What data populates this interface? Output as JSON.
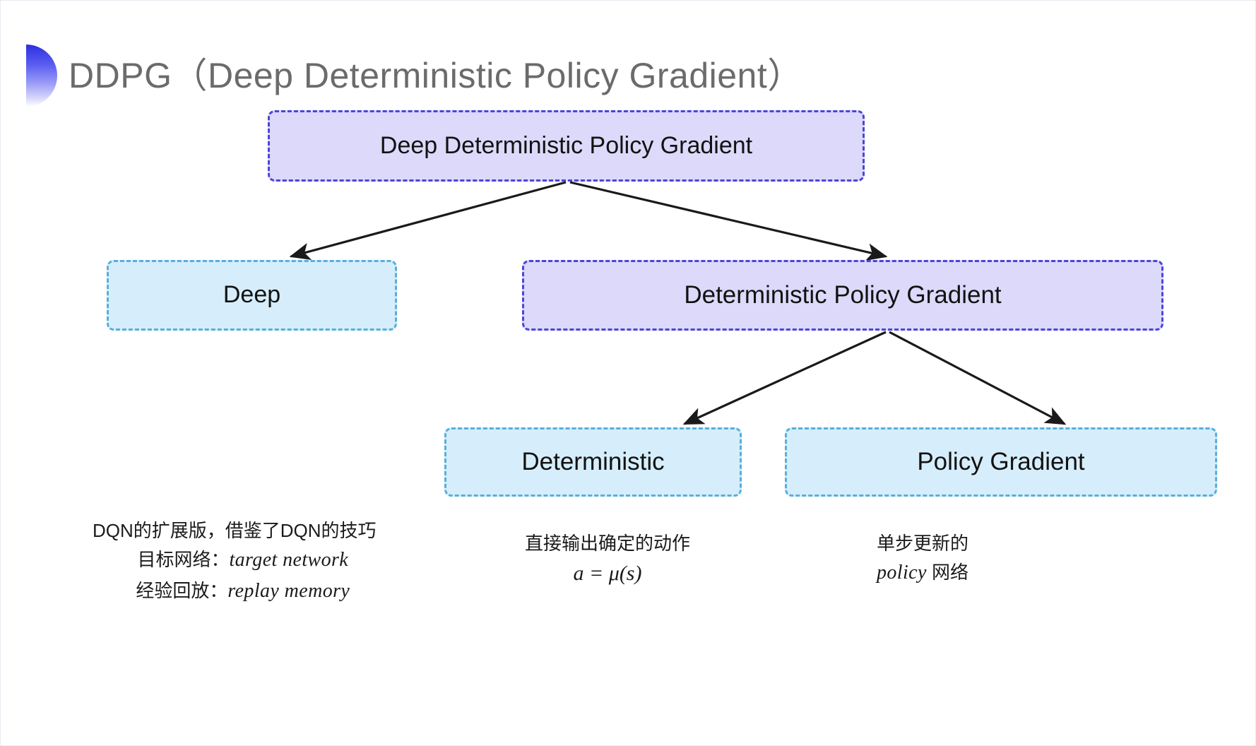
{
  "slide": {
    "title": "DDPG（Deep Deterministic Policy Gradient）",
    "bullet_icon": "gradient-semicircle-icon",
    "background": "#ffffff",
    "title_color": "#6b6b6b"
  },
  "palette": {
    "purple_fill": "#dcd9fa",
    "purple_border": "#4b45d6",
    "blue_fill": "#d6eefb",
    "blue_border": "#57afdb",
    "arrow_color": "#1a1a1a",
    "text_color": "#121212"
  },
  "diagram": {
    "type": "tree",
    "nodes": [
      {
        "id": "root",
        "label": "Deep Deterministic Policy Gradient",
        "style": "purple"
      },
      {
        "id": "deep",
        "label": "Deep",
        "style": "blue"
      },
      {
        "id": "dpg",
        "label": "Deterministic Policy Gradient",
        "style": "purple"
      },
      {
        "id": "det",
        "label": "Deterministic",
        "style": "blue"
      },
      {
        "id": "pg",
        "label": "Policy Gradient",
        "style": "blue"
      }
    ],
    "edges": [
      {
        "from": "root",
        "to": "deep"
      },
      {
        "from": "root",
        "to": "dpg"
      },
      {
        "from": "dpg",
        "to": "det"
      },
      {
        "from": "dpg",
        "to": "pg"
      }
    ]
  },
  "captions": {
    "deep": {
      "line1": "DQN的扩展版，借鉴了DQN的技巧",
      "line2_label": "目标网络：",
      "line2_term": "target network",
      "line3_label": "经验回放：",
      "line3_term": "replay memory"
    },
    "deterministic": {
      "line1": "直接输出确定的动作",
      "line2": "a = μ(s)"
    },
    "policy_gradient": {
      "line1": "单步更新的",
      "line2_term": "policy",
      "line2_suffix": " 网络"
    }
  }
}
